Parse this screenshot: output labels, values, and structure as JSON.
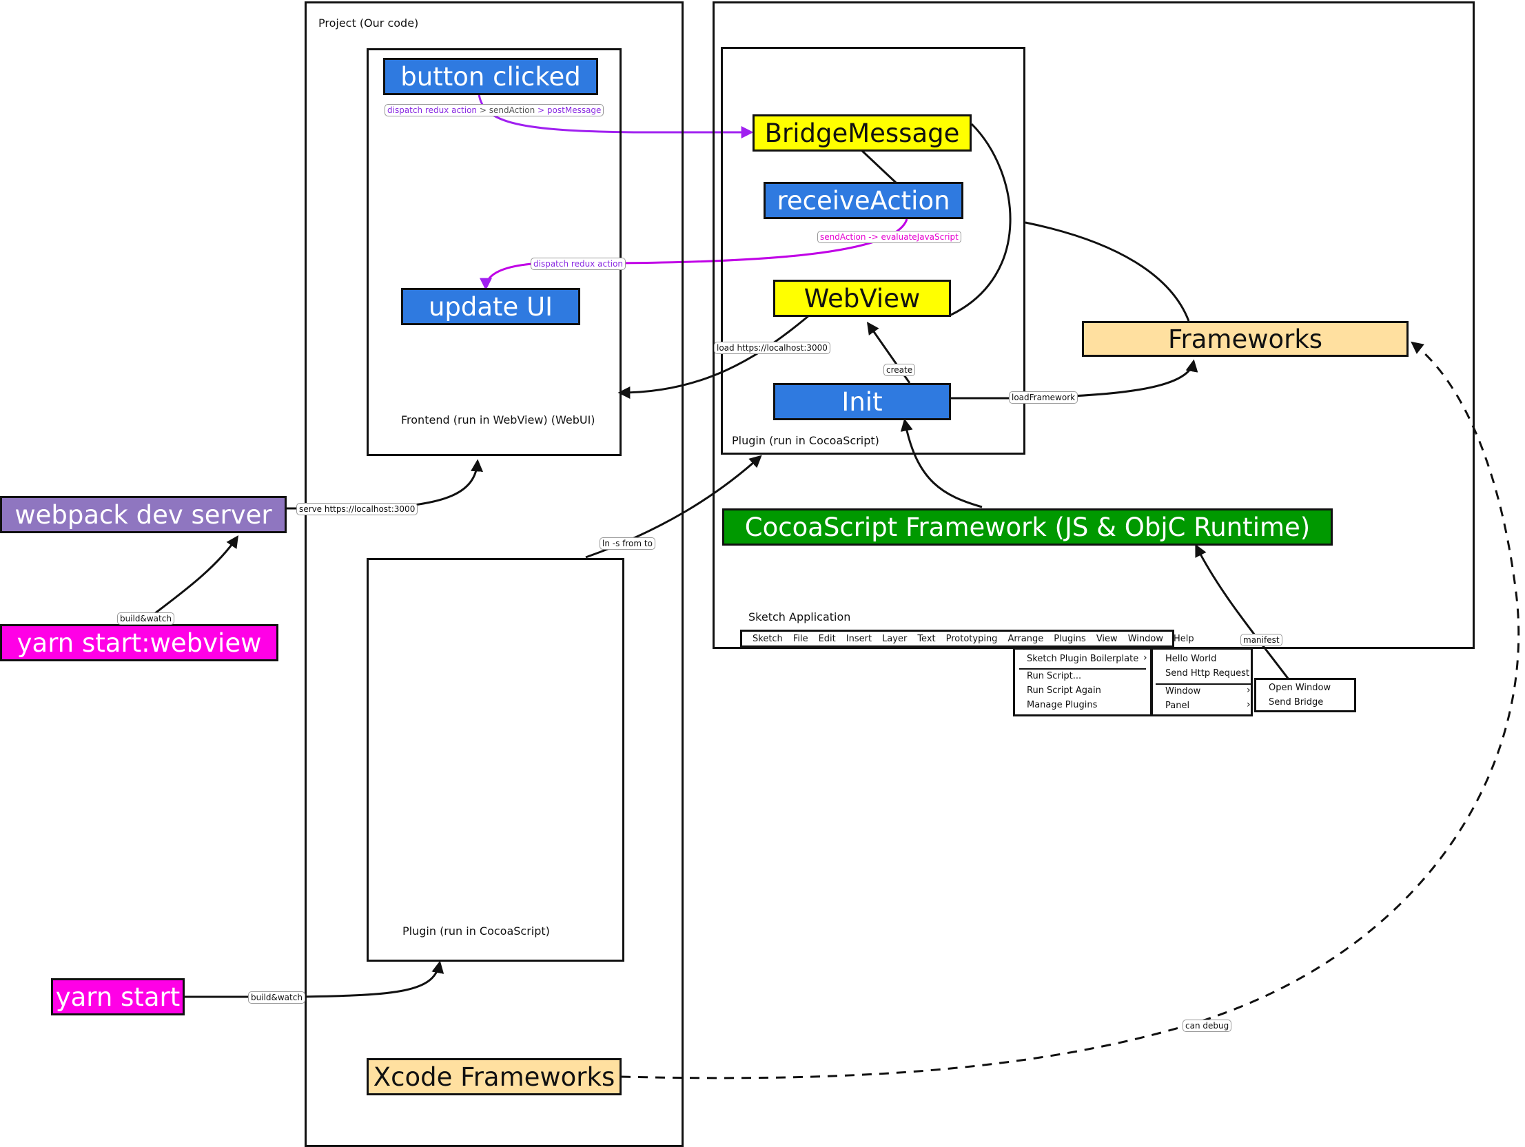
{
  "project": {
    "title": "Project (Our code)",
    "frontend_caption": "Frontend (run in WebView) (WebUI)",
    "plugin_caption": "Plugin (run in CocoaScript)"
  },
  "sketch": {
    "caption": "Sketch Application",
    "plugin_caption": "Plugin (run in CocoaScript)"
  },
  "nodes": {
    "button_clicked": "button clicked",
    "update_ui": "update UI",
    "bridge_message": "BridgeMessage",
    "receive_action": "receiveAction",
    "webview": "WebView",
    "init": "Init",
    "frameworks": "Frameworks",
    "cocoascript": "CocoaScript Framework (JS & ObjC Runtime)",
    "webpack": "webpack dev server",
    "yarn_webview": "yarn start:webview",
    "yarn_start": "yarn start",
    "xcode": "Xcode Frameworks"
  },
  "edge_labels": {
    "dispatch_redux_action_1": "dispatch redux action",
    "send_action_arrow": ">",
    "send_action": "sendAction",
    "post_message_arrow": ">",
    "post_message": "postMessage",
    "send_action_evaluate": "sendAction -> evaluateJavaScript",
    "dispatch_redux_action_2": "dispatch redux action",
    "load_localhost": "load https://localhost:3000",
    "create": "create",
    "load_framework": "loadFramework",
    "serve": "serve https://localhost:3000",
    "ln_s": "ln -s from to",
    "build_watch_1": "build&watch",
    "build_watch_2": "build&watch",
    "manifest": "manifest",
    "can_debug": "can debug"
  },
  "menubar": [
    "Sketch",
    "File",
    "Edit",
    "Insert",
    "Layer",
    "Text",
    "Prototyping",
    "Arrange",
    "Plugins",
    "View",
    "Window",
    "Help"
  ],
  "menu_plugins": {
    "items": [
      "Sketch Plugin Boilerplate",
      "Run Script...",
      "Run Script Again",
      "Manage Plugins"
    ]
  },
  "menu_boilerplate": {
    "items": [
      "Hello World",
      "Send Http Request",
      "Window",
      "Panel"
    ]
  },
  "menu_window": {
    "items": [
      "Open Window",
      "Send Bridge"
    ]
  },
  "colors": {
    "blue": "#2f7ae0",
    "yellow": "#ffff00",
    "tan": "#ffe0a0",
    "green": "#009900",
    "purple": "#8f76c0",
    "magenta": "#ff00e6",
    "edge_purple": "#a020f0",
    "edge_magenta": "#ff00e6"
  }
}
